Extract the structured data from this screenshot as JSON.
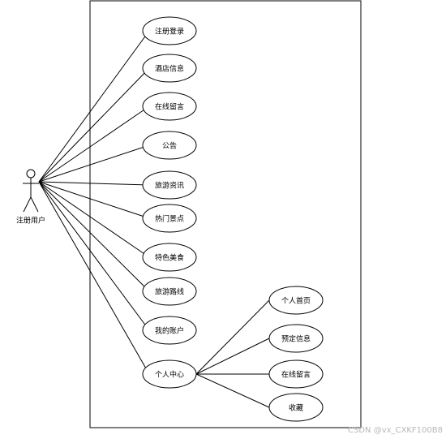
{
  "actor": {
    "name": "注册用户"
  },
  "use_cases": [
    {
      "id": "register-login",
      "label": "注册登录"
    },
    {
      "id": "hotel-info",
      "label": "酒店信息"
    },
    {
      "id": "online-message",
      "label": "在线留言"
    },
    {
      "id": "announcement",
      "label": "公告"
    },
    {
      "id": "travel-news",
      "label": "旅游资讯"
    },
    {
      "id": "popular-attractions",
      "label": "热门景点"
    },
    {
      "id": "local-food",
      "label": "特色美食"
    },
    {
      "id": "travel-routes",
      "label": "旅游路线"
    },
    {
      "id": "my-account",
      "label": "我的账户"
    },
    {
      "id": "personal-center",
      "label": "个人中心"
    }
  ],
  "sub_use_cases": [
    {
      "id": "personal-homepage",
      "label": "个人首页",
      "parent": "personal-center"
    },
    {
      "id": "booking-info",
      "label": "预定信息",
      "parent": "personal-center"
    },
    {
      "id": "online-message-2",
      "label": "在线留言",
      "parent": "personal-center"
    },
    {
      "id": "favorites",
      "label": "收藏",
      "parent": "personal-center"
    }
  ],
  "watermark": "CSDN @vx_CXKF100B8",
  "colors": {
    "stroke": "#000000",
    "fill": "#ffffff",
    "watermark": "#b8b8b8"
  }
}
